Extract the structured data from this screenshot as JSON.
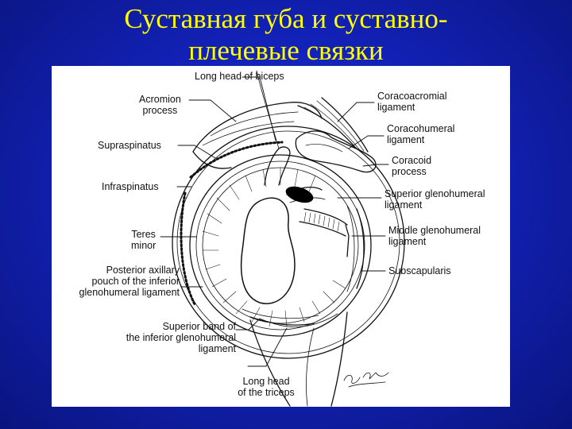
{
  "title": {
    "line1": "Суставная губа и суставно-",
    "line2": "плечевые связки"
  },
  "labels": {
    "long_head_biceps": "Long head of biceps",
    "acromion": [
      "Acromion",
      "process"
    ],
    "supraspinatus": "Supraspinatus",
    "infraspinatus": "Infraspinatus",
    "teres_minor": [
      "Teres",
      "minor"
    ],
    "posterior_pouch": [
      "Posterior axillary",
      "pouch of the inferior",
      "glenohumeral ligament"
    ],
    "superior_band": [
      "Superior band of",
      "the inferior glenohumeral",
      "ligament"
    ],
    "long_head_triceps": [
      "Long head",
      "of the triceps"
    ],
    "coracoacromial": [
      "Coracoacromial",
      "ligament"
    ],
    "coracohumeral": [
      "Coracohumeral",
      "ligament"
    ],
    "coracoid": [
      "Coracoid",
      "process"
    ],
    "superior_gh": [
      "Superior glenohumeral",
      "ligament"
    ],
    "middle_gh": [
      "Middle glenohumeral",
      "ligament"
    ],
    "subscapularis": "Subscapularis"
  },
  "colors": {
    "title": "#ffff00",
    "background": "#1222b8",
    "figure_background": "#ffffff",
    "ink": "#111111"
  }
}
